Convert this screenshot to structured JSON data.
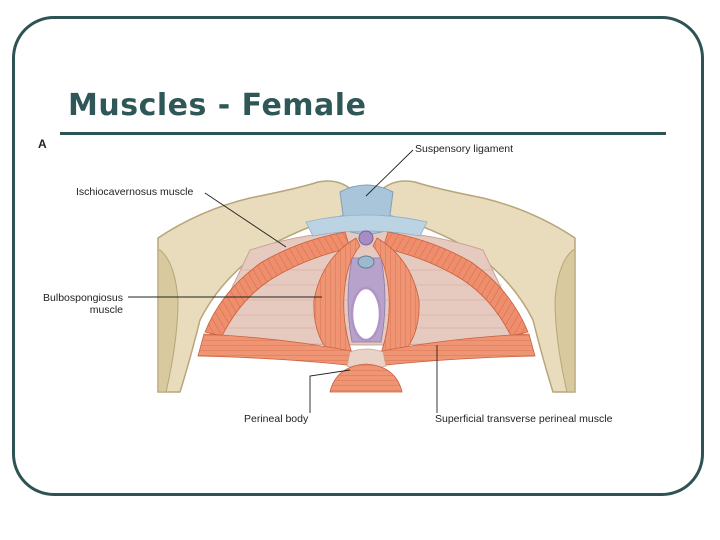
{
  "slide": {
    "title": "Muscles - Female",
    "panel_letter": "A"
  },
  "labels": {
    "suspensory_ligament": "Suspensory ligament",
    "ischiocavernosus": "Ischiocavernosus muscle",
    "bulbospongiosus_line1": "Bulbospongiosus",
    "bulbospongiosus_line2": "muscle",
    "perineal_body": "Perineal body",
    "superficial_transverse": "Superficial transverse perineal muscle"
  },
  "colors": {
    "frame": "#2f5252",
    "title": "#2f5757",
    "bone": "#e8dcbc",
    "muscle": "#ee8e6c",
    "membrane": "#e6c9bf",
    "ligament": "#a9c5da"
  }
}
